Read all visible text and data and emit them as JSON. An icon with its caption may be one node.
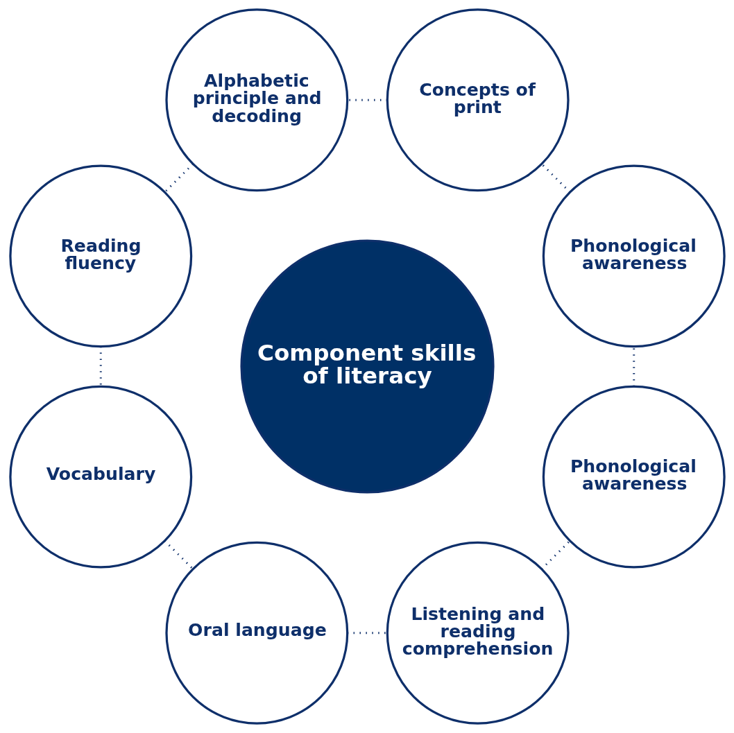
{
  "diagram": {
    "nodes": [
      {
        "text": [
          "Component skills of literacy"
        ]
      },
      {
        "text": [
          "Phonological awareness"
        ]
      },
      {
        "text": [
          "Concepts of print"
        ]
      },
      {
        "text": [
          "Alphabetic principle and decoding"
        ]
      },
      {
        "text": [
          "Reading fluency"
        ]
      },
      {
        "text": [
          "Vocabulary"
        ]
      },
      {
        "text": [
          "Oral language"
        ]
      },
      {
        "text": [
          "Listening and reading comprehension"
        ]
      },
      {
        "text": [
          "Phonological awareness"
        ]
      }
    ],
    "edges": [
      {
        "from": 8,
        "to": 1,
        "arrow": "none",
        "style": "dashed"
      },
      {
        "from": 1,
        "to": 2,
        "arrow": "none",
        "style": "dashed"
      },
      {
        "from": 2,
        "to": 3,
        "arrow": "none",
        "style": "dashed"
      },
      {
        "from": 3,
        "to": 4,
        "arrow": "none",
        "style": "dashed"
      },
      {
        "from": 4,
        "to": 5,
        "arrow": "none",
        "style": "dashed"
      },
      {
        "from": 5,
        "to": 6,
        "arrow": "none",
        "style": "dashed"
      },
      {
        "from": 6,
        "to": 7,
        "arrow": "none",
        "style": "dashed"
      },
      {
        "from": 7,
        "to": 8,
        "arrow": "none",
        "style": "dashed"
      }
    ]
  }
}
